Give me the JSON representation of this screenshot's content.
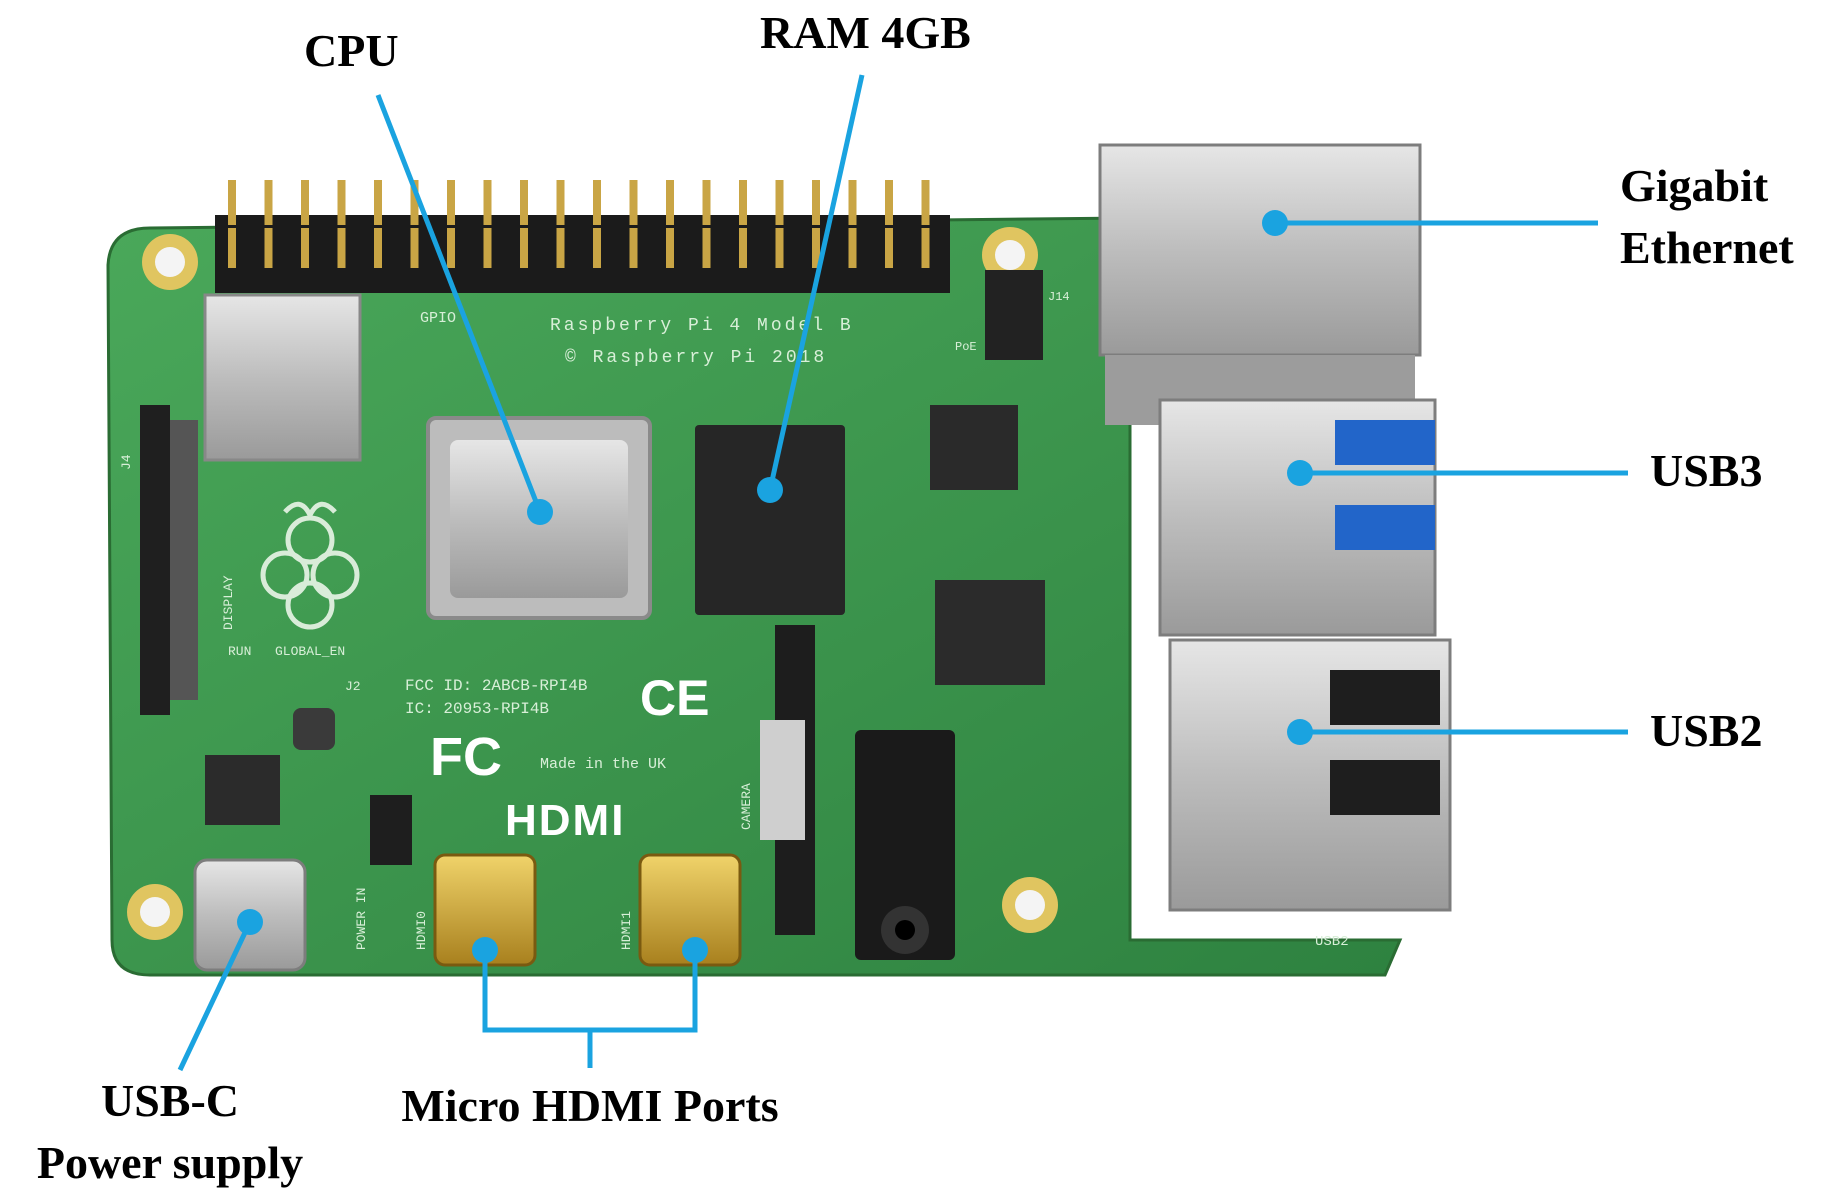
{
  "labels": {
    "cpu": "CPU",
    "ram": "RAM 4GB",
    "ethernet_line1": "Gigabit",
    "ethernet_line2": "Ethernet",
    "usb3": "USB3",
    "usb2": "USB2",
    "usbc_line1": "USB-C",
    "usbc_line2": "Power supply",
    "hdmi": "Micro HDMI Ports"
  },
  "board_print": {
    "model": "Raspberry Pi 4 Model B",
    "copyright": "© Raspberry Pi 2018",
    "gpio": "GPIO",
    "fcc_id": "FCC ID: 2ABCB-RPI4B",
    "ic": "IC: 20953-RPI4B",
    "made_in": "Made in the UK",
    "hdmi_logo": "HDMI",
    "fc_logo": "FC",
    "ce_logo": "CE",
    "display": "DISPLAY",
    "camera": "CAMERA",
    "run": "RUN",
    "global_en": "GLOBAL_EN",
    "j2": "J2",
    "j14": "J14",
    "poe": "PoE",
    "power_in": "POWER IN",
    "hdmi0": "HDMI0",
    "hdmi1": "HDMI1",
    "usb2_silk": "USB2",
    "j4": "J4"
  },
  "colors": {
    "pcb": "#3f9a4e",
    "pcb_dark": "#2f7d3c",
    "callout": "#1aa3e0",
    "gold": "#d9b23a",
    "metal": "#c9c9c9",
    "chip": "#2a2a2a"
  }
}
